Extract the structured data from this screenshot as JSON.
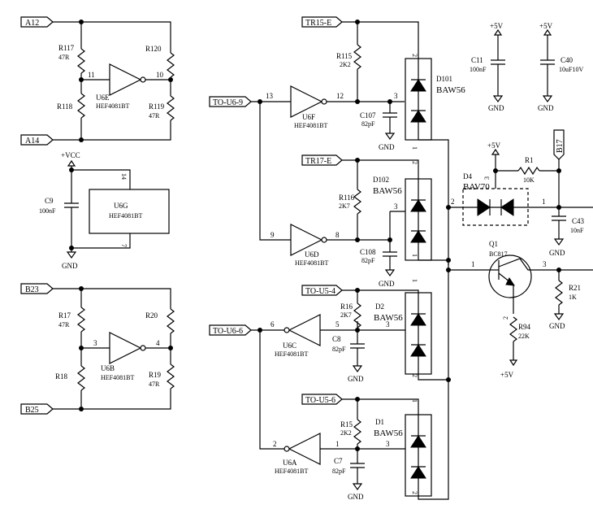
{
  "ports": {
    "a12": "A12",
    "a14": "A14",
    "b23": "B23",
    "b25": "B25",
    "tr15": "TR15-E",
    "tr17": "TR17-E",
    "to_u6_9": "TO-U6-9",
    "to_u6_6": "TO-U6-6",
    "to_u5_4": "TO-U5-4",
    "to_u5_6": "TO-U5-6",
    "b17": "B17"
  },
  "power": {
    "vcc": "+VCC",
    "p5v": "+5V",
    "gnd": "GND"
  },
  "gates": {
    "u6e": {
      "ref": "U6E",
      "part": "HEF4081BT",
      "pin_in": "11",
      "pin_out": "10"
    },
    "u6b": {
      "ref": "U6B",
      "part": "HEF4081BT",
      "pin_in": "3",
      "pin_out": "4"
    },
    "u6f": {
      "ref": "U6F",
      "part": "HEF4081BT",
      "pin_in": "13",
      "pin_out": "12"
    },
    "u6d": {
      "ref": "U6D",
      "part": "HEF4081BT",
      "pin_in": "9",
      "pin_out": "8"
    },
    "u6c": {
      "ref": "U6C",
      "part": "HEF4081BT",
      "pin_in": "6",
      "pin_out": "5"
    },
    "u6a": {
      "ref": "U6A",
      "part": "HEF4081BT",
      "pin_in": "2",
      "pin_out": "1"
    }
  },
  "u6g": {
    "ref": "U6G",
    "part": "HEF4081BT",
    "pin_top": "14",
    "pin_bot": "7"
  },
  "resistors": {
    "r117": {
      "ref": "R117",
      "val": "47R"
    },
    "r118": {
      "ref": "R118"
    },
    "r120": {
      "ref": "R120"
    },
    "r119": {
      "ref": "R119",
      "val": "47R"
    },
    "r17": {
      "ref": "R17",
      "val": "47R"
    },
    "r18": {
      "ref": "R18"
    },
    "r20": {
      "ref": "R20"
    },
    "r19": {
      "ref": "R19",
      "val": "47R"
    },
    "r115": {
      "ref": "R115",
      "val": "2K2"
    },
    "r116": {
      "ref": "R116",
      "val": "2K7"
    },
    "r16": {
      "ref": "R16",
      "val": "2K7"
    },
    "r15": {
      "ref": "R15",
      "val": "2K2"
    },
    "r1": {
      "ref": "R1",
      "val": "10K"
    },
    "r21": {
      "ref": "R21",
      "val": "1K"
    },
    "r94": {
      "ref": "R94",
      "val": "22K"
    }
  },
  "capacitors": {
    "c9": {
      "ref": "C9",
      "val": "100nF"
    },
    "c107": {
      "ref": "C107",
      "val": "82pF"
    },
    "c108": {
      "ref": "C108",
      "val": "82pF"
    },
    "c8": {
      "ref": "C8",
      "val": "82pF"
    },
    "c7": {
      "ref": "C7",
      "val": "82pF"
    },
    "c11": {
      "ref": "C11",
      "val": "100nF"
    },
    "c40": {
      "ref": "C40",
      "val": "10uF10V"
    },
    "c43": {
      "ref": "C43",
      "val": "10nF"
    }
  },
  "diodes": {
    "d101": {
      "ref": "D101",
      "part": "BAW56"
    },
    "d102": {
      "ref": "D102",
      "part": "BAW56"
    },
    "d2": {
      "ref": "D2",
      "part": "BAW56"
    },
    "d1": {
      "ref": "D1",
      "part": "BAW56"
    },
    "d4": {
      "ref": "D4",
      "part": "BAV70"
    }
  },
  "pins": {
    "p1": "1",
    "p2": "2",
    "p3": "3"
  },
  "transistor": {
    "ref": "Q1",
    "part": "BC817"
  }
}
